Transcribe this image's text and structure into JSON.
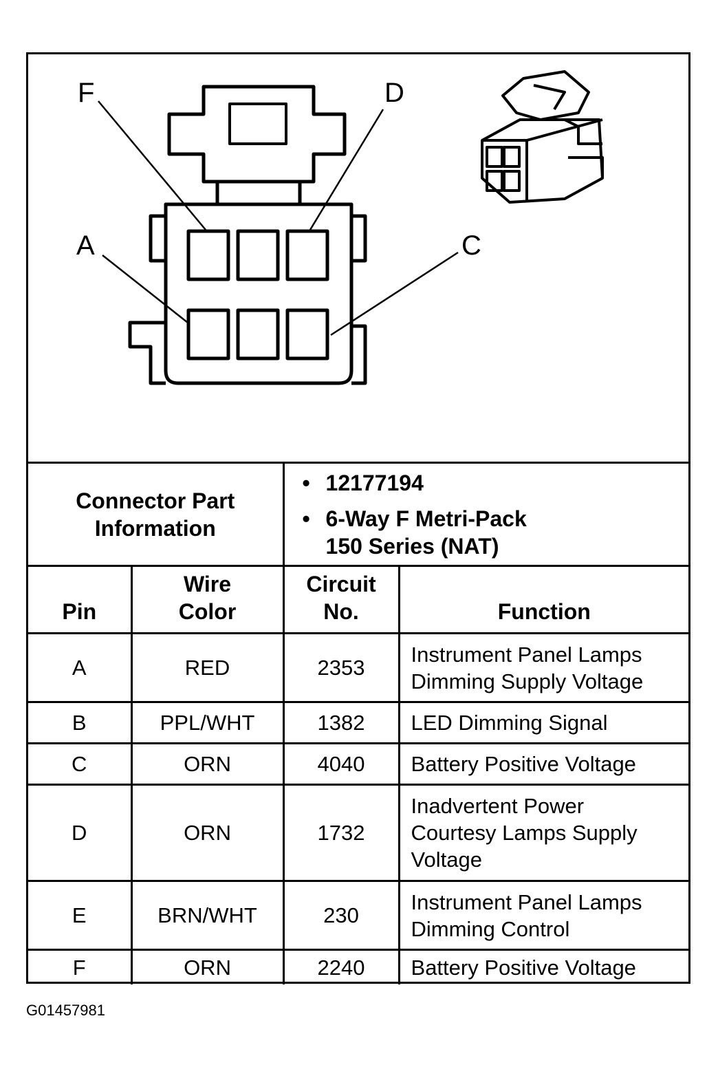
{
  "diagram": {
    "pin_labels": [
      "F",
      "D",
      "A",
      "C"
    ]
  },
  "connector_info": {
    "label_line1": "Connector Part",
    "label_line2": "Information",
    "bullet": "•",
    "part_number": "12177194",
    "description_line1": "6-Way F Metri-Pack",
    "description_line2": "150 Series (NAT)"
  },
  "table": {
    "headers": {
      "pin": "Pin",
      "wire_color_line1": "Wire",
      "wire_color_line2": "Color",
      "circuit_line1": "Circuit",
      "circuit_line2": "No.",
      "function": "Function"
    },
    "rows": [
      {
        "pin": "A",
        "wire": "RED",
        "circuit": "2353",
        "function": [
          "Instrument Panel Lamps",
          "Dimming Supply Voltage"
        ]
      },
      {
        "pin": "B",
        "wire": "PPL/WHT",
        "circuit": "1382",
        "function": [
          "LED Dimming Signal"
        ]
      },
      {
        "pin": "C",
        "wire": "ORN",
        "circuit": "4040",
        "function": [
          "Battery Positive Voltage"
        ]
      },
      {
        "pin": "D",
        "wire": "ORN",
        "circuit": "1732",
        "function": [
          "Inadvertent Power",
          "Courtesy Lamps Supply",
          "Voltage"
        ]
      },
      {
        "pin": "E",
        "wire": "BRN/WHT",
        "circuit": "230",
        "function": [
          "Instrument Panel Lamps",
          "Dimming Control"
        ]
      },
      {
        "pin": "F",
        "wire": "ORN",
        "circuit": "2240",
        "function": [
          "Battery Positive Voltage"
        ]
      }
    ]
  },
  "figure_id": "G01457981"
}
